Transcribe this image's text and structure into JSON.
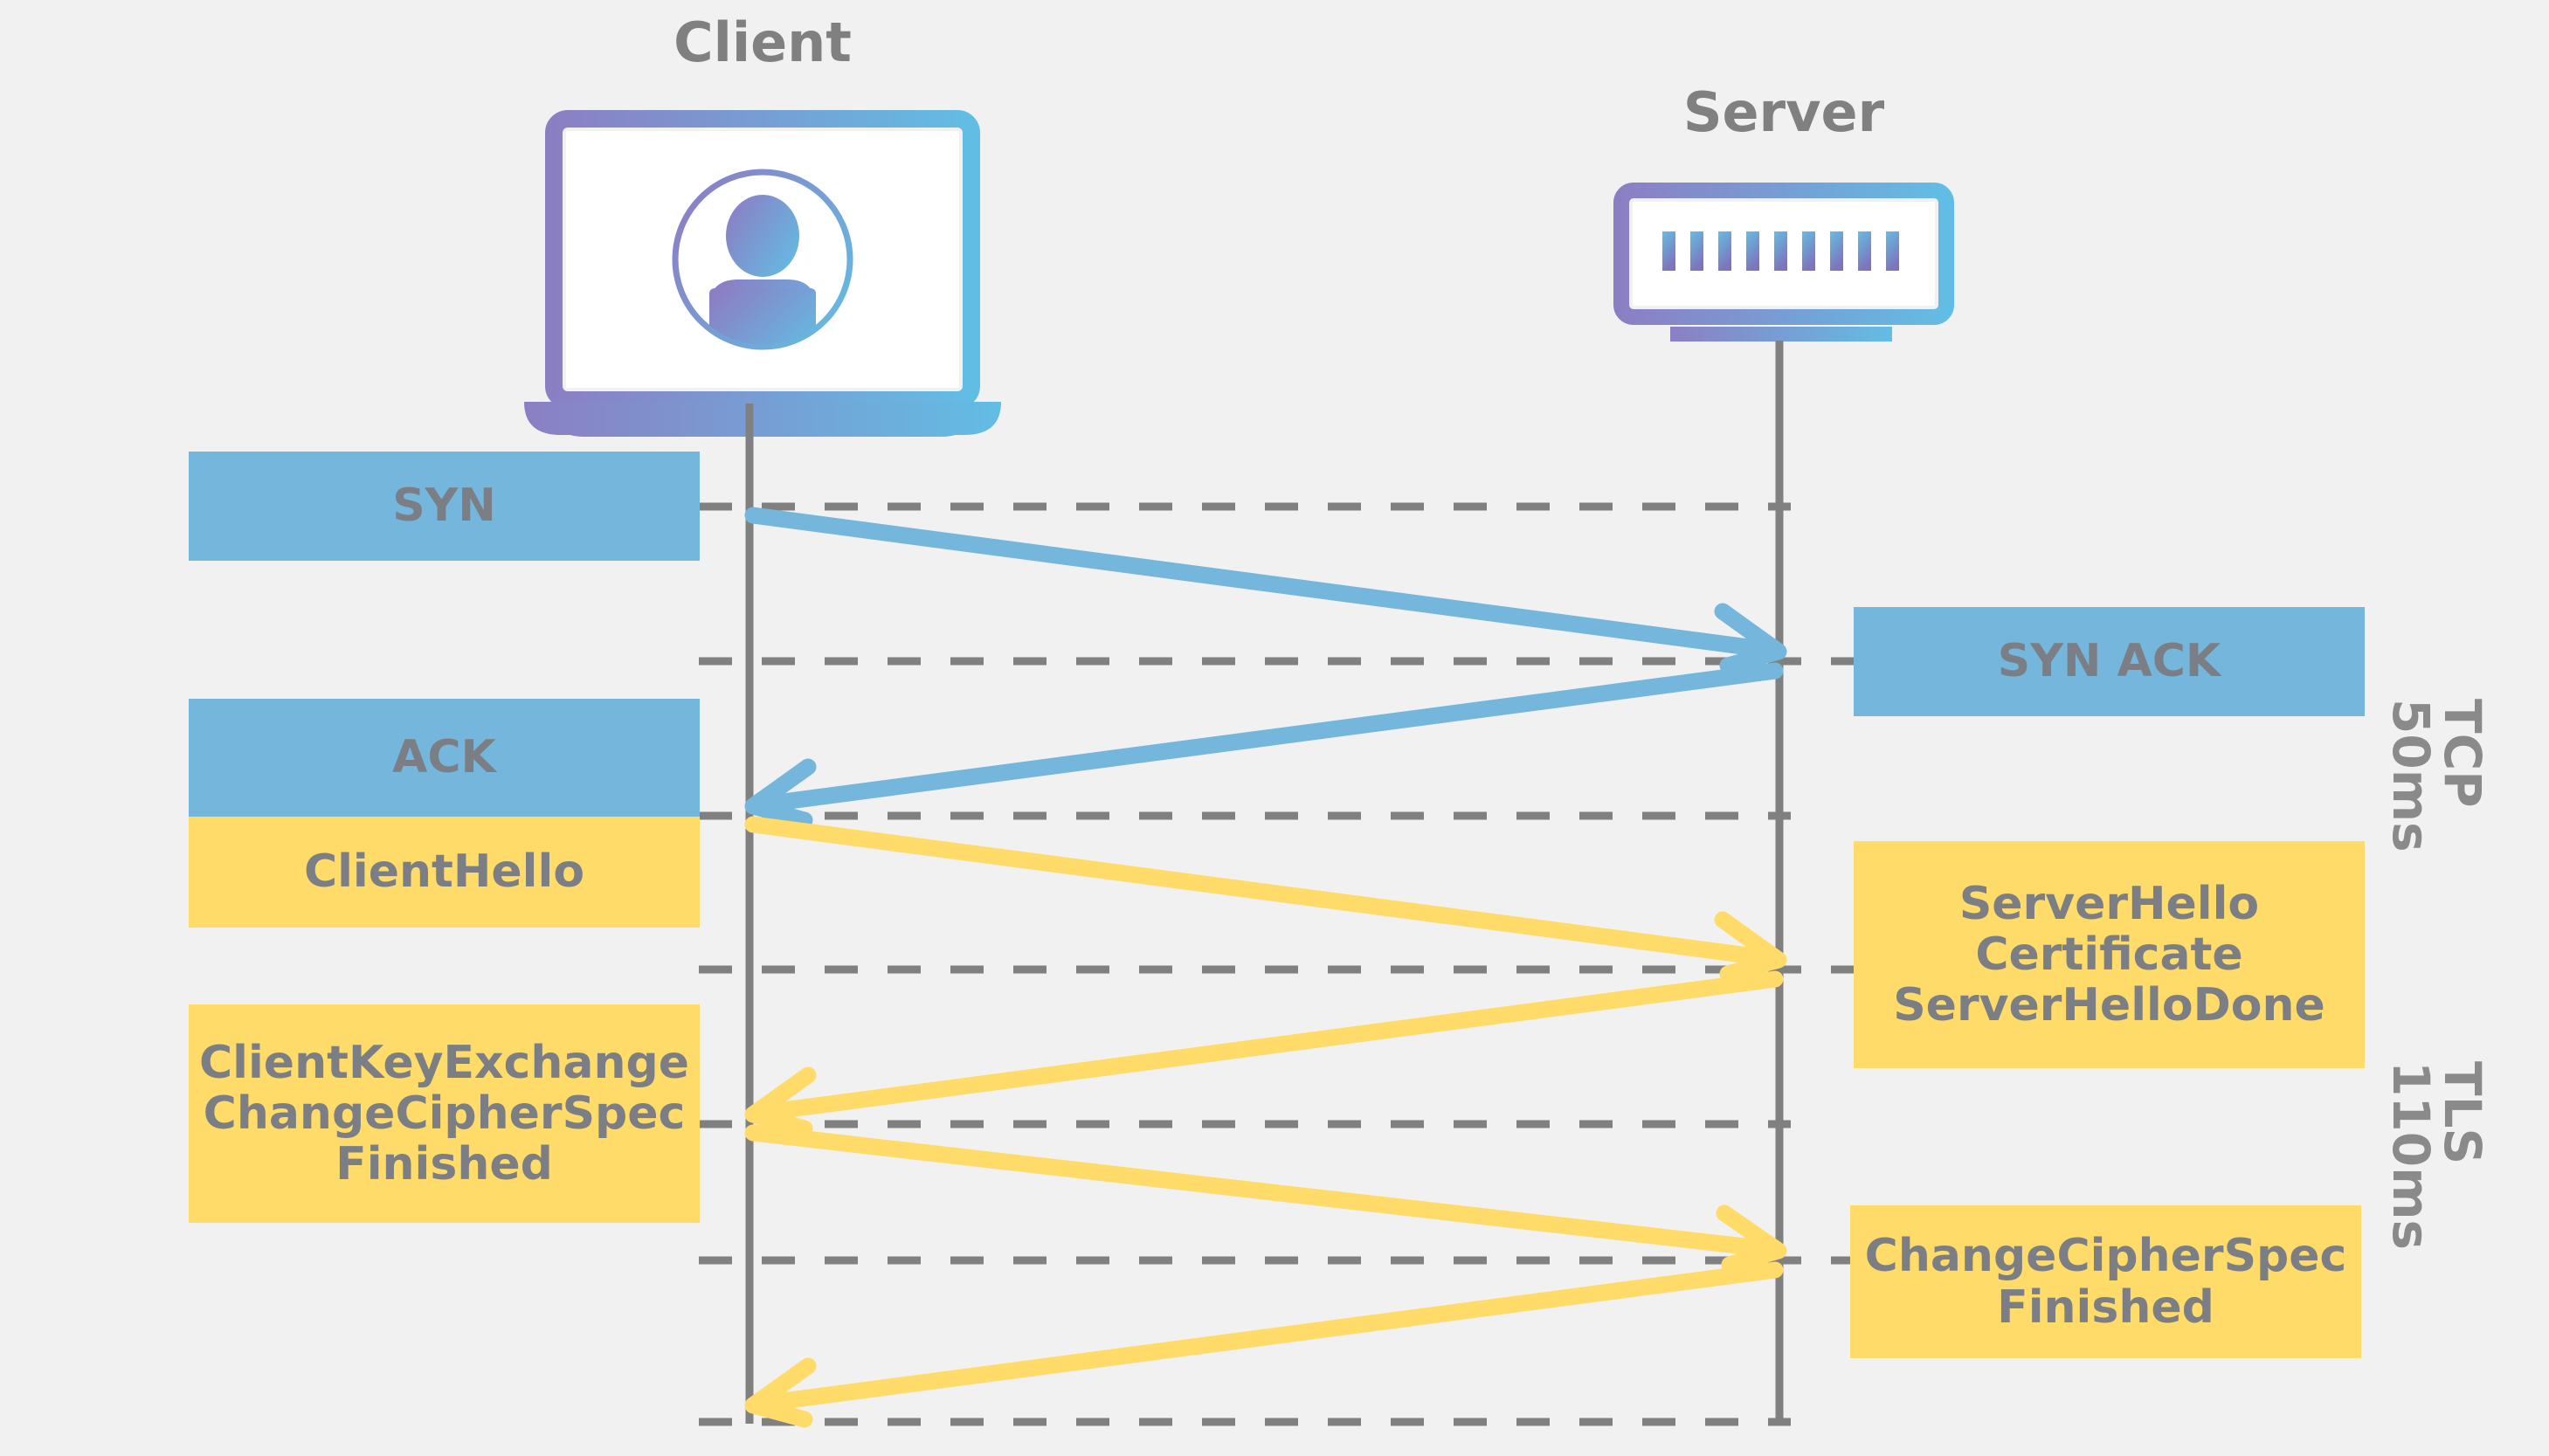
{
  "diagram": {
    "title": "TCP and TLS handshake sequence",
    "background_color": "#f1f1f1",
    "actors": [
      {
        "id": "client",
        "label": "Client",
        "icon": "laptop-user-icon"
      },
      {
        "id": "server",
        "label": "Server",
        "icon": "server-rack-icon"
      }
    ],
    "colors": {
      "tcp_blue": "#74b6dc",
      "tls_yellow": "#ffdb69",
      "text_gray": "#7b7f85",
      "lifeline_gray": "#808080",
      "dash_gray": "#808080",
      "gradient_start": "#8b7fc4",
      "gradient_end": "#62bde4"
    },
    "client_messages": [
      {
        "id": "syn",
        "label": "SYN",
        "protocol": "TCP",
        "color": "#74b6dc",
        "font_size": 52
      },
      {
        "id": "ack",
        "label": "ACK",
        "protocol": "TCP",
        "color": "#74b6dc",
        "font_size": 52
      },
      {
        "id": "client-hello",
        "label": "ClientHello",
        "protocol": "TLS",
        "color": "#ffdb69",
        "font_size": 52
      },
      {
        "id": "client-key-exchange",
        "lines": [
          "ClientKeyExchange",
          "ChangeCipherSpec",
          "Finished"
        ],
        "protocol": "TLS",
        "color": "#ffdb69",
        "font_size": 52
      }
    ],
    "server_messages": [
      {
        "id": "syn-ack",
        "label": "SYN ACK",
        "protocol": "TCP",
        "color": "#74b6dc",
        "font_size": 52
      },
      {
        "id": "server-hello",
        "lines": [
          "ServerHello",
          "Certificate",
          "ServerHelloDone"
        ],
        "protocol": "TLS",
        "color": "#ffdb69",
        "font_size": 52
      },
      {
        "id": "server-change-cipher",
        "lines": [
          "ChangeCipherSpec",
          "Finished"
        ],
        "protocol": "TLS",
        "color": "#ffdb69",
        "font_size": 52
      }
    ],
    "arrows": [
      {
        "id": "arrow-syn",
        "direction": "client-to-server",
        "color": "#74b6dc",
        "label": "SYN"
      },
      {
        "id": "arrow-syn-ack",
        "direction": "server-to-client",
        "color": "#74b6dc",
        "label": "SYN ACK"
      },
      {
        "id": "arrow-client-hello",
        "direction": "client-to-server",
        "color": "#ffdb69",
        "label": "ClientHello"
      },
      {
        "id": "arrow-server-hello",
        "direction": "server-to-client",
        "color": "#ffdb69",
        "label": "ServerHello Certificate ServerHelloDone"
      },
      {
        "id": "arrow-client-key-exchange",
        "direction": "client-to-server",
        "color": "#ffdb69",
        "label": "ClientKeyExchange ChangeCipherSpec Finished"
      },
      {
        "id": "arrow-server-change-cipher",
        "direction": "server-to-client",
        "color": "#ffdb69",
        "label": "ChangeCipherSpec Finished"
      }
    ],
    "phases": [
      {
        "id": "tcp",
        "name": "TCP",
        "time": "50ms"
      },
      {
        "id": "tls",
        "name": "TLS",
        "time": "110ms"
      }
    ]
  },
  "labels": {
    "client_title": "Client",
    "server_title": "Server",
    "syn": "SYN",
    "ack": "ACK",
    "syn_ack": "SYN ACK",
    "client_hello": "ClientHello",
    "cke_line1": "ClientKeyExchange",
    "cke_line2": "ChangeCipherSpec",
    "cke_line3": "Finished",
    "sh_line1": "ServerHello",
    "sh_line2": "Certificate",
    "sh_line3": "ServerHelloDone",
    "sccs_line1": "ChangeCipherSpec",
    "sccs_line2": "Finished",
    "tcp_name": "TCP",
    "tcp_time": "50ms",
    "tls_name": "TLS",
    "tls_time": "110ms"
  }
}
